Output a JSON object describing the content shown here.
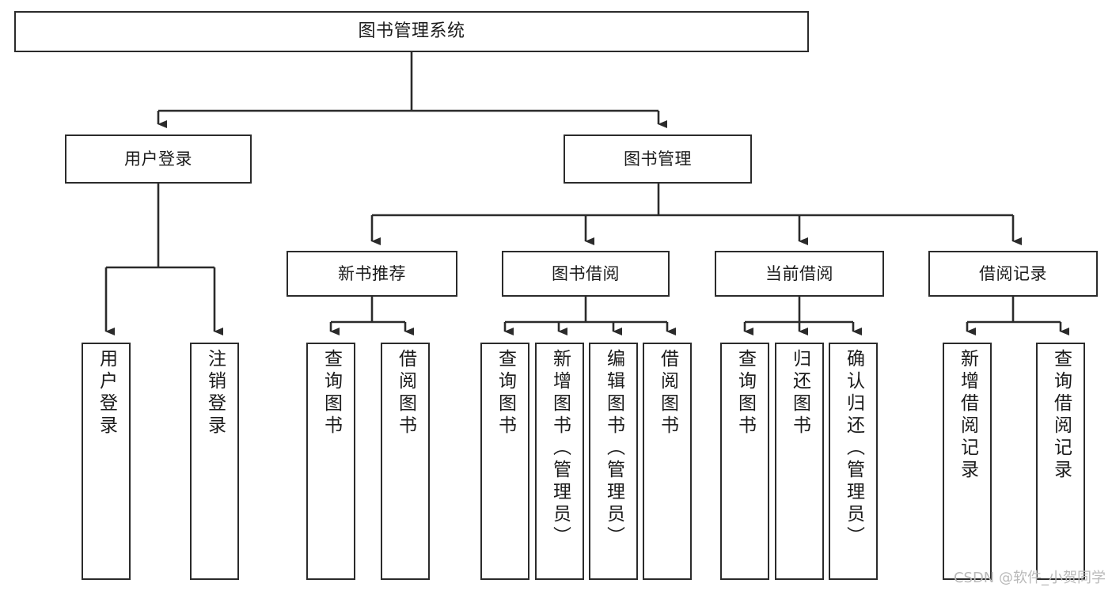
{
  "diagram": {
    "type": "tree",
    "title": "图书管理系统",
    "stroke_color": "#2b2b2b",
    "fill_color": "#ffffff",
    "background": "#ffffff",
    "root": {
      "id": "root",
      "label": "图书管理系统"
    },
    "level2": [
      {
        "id": "user-login",
        "label": "用户登录"
      },
      {
        "id": "book-manage",
        "label": "图书管理"
      }
    ],
    "level3": [
      {
        "id": "new-book-recommend",
        "label": "新书推荐"
      },
      {
        "id": "book-borrow",
        "label": "图书借阅"
      },
      {
        "id": "current-borrow",
        "label": "当前借阅"
      },
      {
        "id": "borrow-record",
        "label": "借阅记录"
      }
    ],
    "leaves": [
      {
        "id": "leaf-user-login",
        "label": "用户登录",
        "parent": "user-login"
      },
      {
        "id": "leaf-logout",
        "label": "注销登录",
        "parent": "user-login"
      },
      {
        "id": "leaf-query-book-1",
        "label": "查询图书",
        "parent": "new-book-recommend"
      },
      {
        "id": "leaf-borrow-book-1",
        "label": "借阅图书",
        "parent": "new-book-recommend"
      },
      {
        "id": "leaf-query-book-2",
        "label": "查询图书",
        "parent": "book-borrow"
      },
      {
        "id": "leaf-add-book",
        "label": "新增图书（管理员）",
        "parent": "book-borrow"
      },
      {
        "id": "leaf-edit-book",
        "label": "编辑图书（管理员）",
        "parent": "book-borrow"
      },
      {
        "id": "leaf-borrow-book-2",
        "label": "借阅图书",
        "parent": "book-borrow"
      },
      {
        "id": "leaf-query-book-3",
        "label": "查询图书",
        "parent": "current-borrow"
      },
      {
        "id": "leaf-return-book",
        "label": "归还图书",
        "parent": "current-borrow"
      },
      {
        "id": "leaf-confirm-return",
        "label": "确认归还（管理员）",
        "parent": "current-borrow"
      },
      {
        "id": "leaf-add-record",
        "label": "新增借阅记录",
        "parent": "borrow-record"
      },
      {
        "id": "leaf-query-record",
        "label": "查询借阅记录",
        "parent": "borrow-record"
      }
    ]
  },
  "watermark": {
    "text": "CSDN @软件_小贺同学"
  }
}
